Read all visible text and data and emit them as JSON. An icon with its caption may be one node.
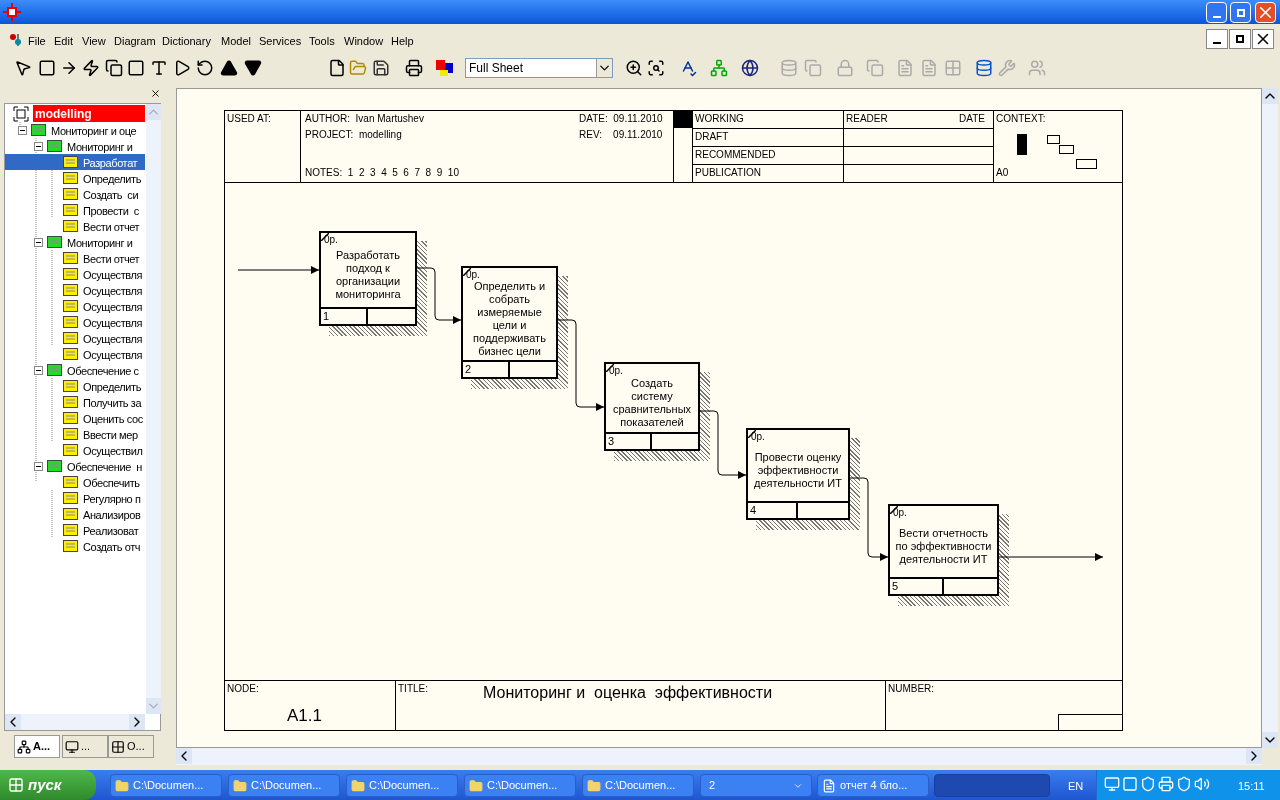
{
  "diagram": {
    "title": "Мониторинг и  оценка  эффективности",
    "nodes": [
      {
        "text": [
          "0р.",
          "Разработать подход к организации мониторинга",
          "1"
        ]
      },
      {
        "text": [
          "0р.",
          "Определить и собрать измеряемые цели и поддерживать бизнес цели",
          "2"
        ]
      },
      {
        "text": [
          "0р.",
          "Создать систему сравнительных показателей",
          "3"
        ]
      },
      {
        "text": [
          "0р.",
          "Провести оценку эффективности деятельности ИТ",
          "4"
        ]
      },
      {
        "text": [
          "0р.",
          "Вести отчетность по эффективности деятельности ИТ",
          "5"
        ]
      }
    ],
    "edges": [
      {
        "from": null,
        "to": 0,
        "arrow": "to"
      },
      {
        "from": 0,
        "to": 1,
        "arrow": "to"
      },
      {
        "from": 1,
        "to": 2,
        "arrow": "to"
      },
      {
        "from": 2,
        "to": 3,
        "arrow": "to"
      },
      {
        "from": 3,
        "to": 4,
        "arrow": "to"
      },
      {
        "from": 4,
        "to": null,
        "arrow": "to"
      }
    ],
    "labels": [
      "File",
      "Edit",
      "View",
      "Diagram",
      "Dictionary",
      "Model",
      "Services",
      "Tools",
      "Window",
      "Help",
      "Full Sheet",
      "modelling",
      "Мониторинг и оце",
      "Мониторинг и",
      "Разработат",
      "Определить",
      "Создать  си",
      "Провести  с",
      "Вести отчет",
      "Мониторинг и",
      "Вести отчет",
      "Осуществля",
      "Осуществля",
      "Осуществля",
      "Осуществля",
      "Осуществля",
      "Осуществля",
      "Обеспечение с",
      "Определить",
      "Получить за",
      "Оценить сос",
      "Ввести мер",
      "Осуществил",
      "Обеспечение  н",
      "Обеспечить",
      "Регулярно п",
      "Анализиров",
      "Реализоват",
      "Создать отч",
      "A...",
      "...",
      "O...",
      "USED AT:",
      "AUTHOR:  Ivan Martushev",
      "PROJECT:  modelling",
      "NOTES:  1  2  3  4  5  6  7  8  9  10",
      "DATE:  09.11.2010",
      "REV:    09.11.2010",
      "WORKING",
      "DRAFT",
      "RECOMMENDED",
      "PUBLICATION",
      "READER",
      "DATE",
      "CONTEXT:",
      "A0",
      "NODE:",
      "A1.1",
      "TITLE:",
      "NUMBER:",
      "пуск",
      "C:\\Documen...",
      "C:\\Documen...",
      "C:\\Documen...",
      "C:\\Documen...",
      "C:\\Documen...",
      "2",
      "отчет 4 бло...",
      "EN",
      "15:11"
    ]
  }
}
